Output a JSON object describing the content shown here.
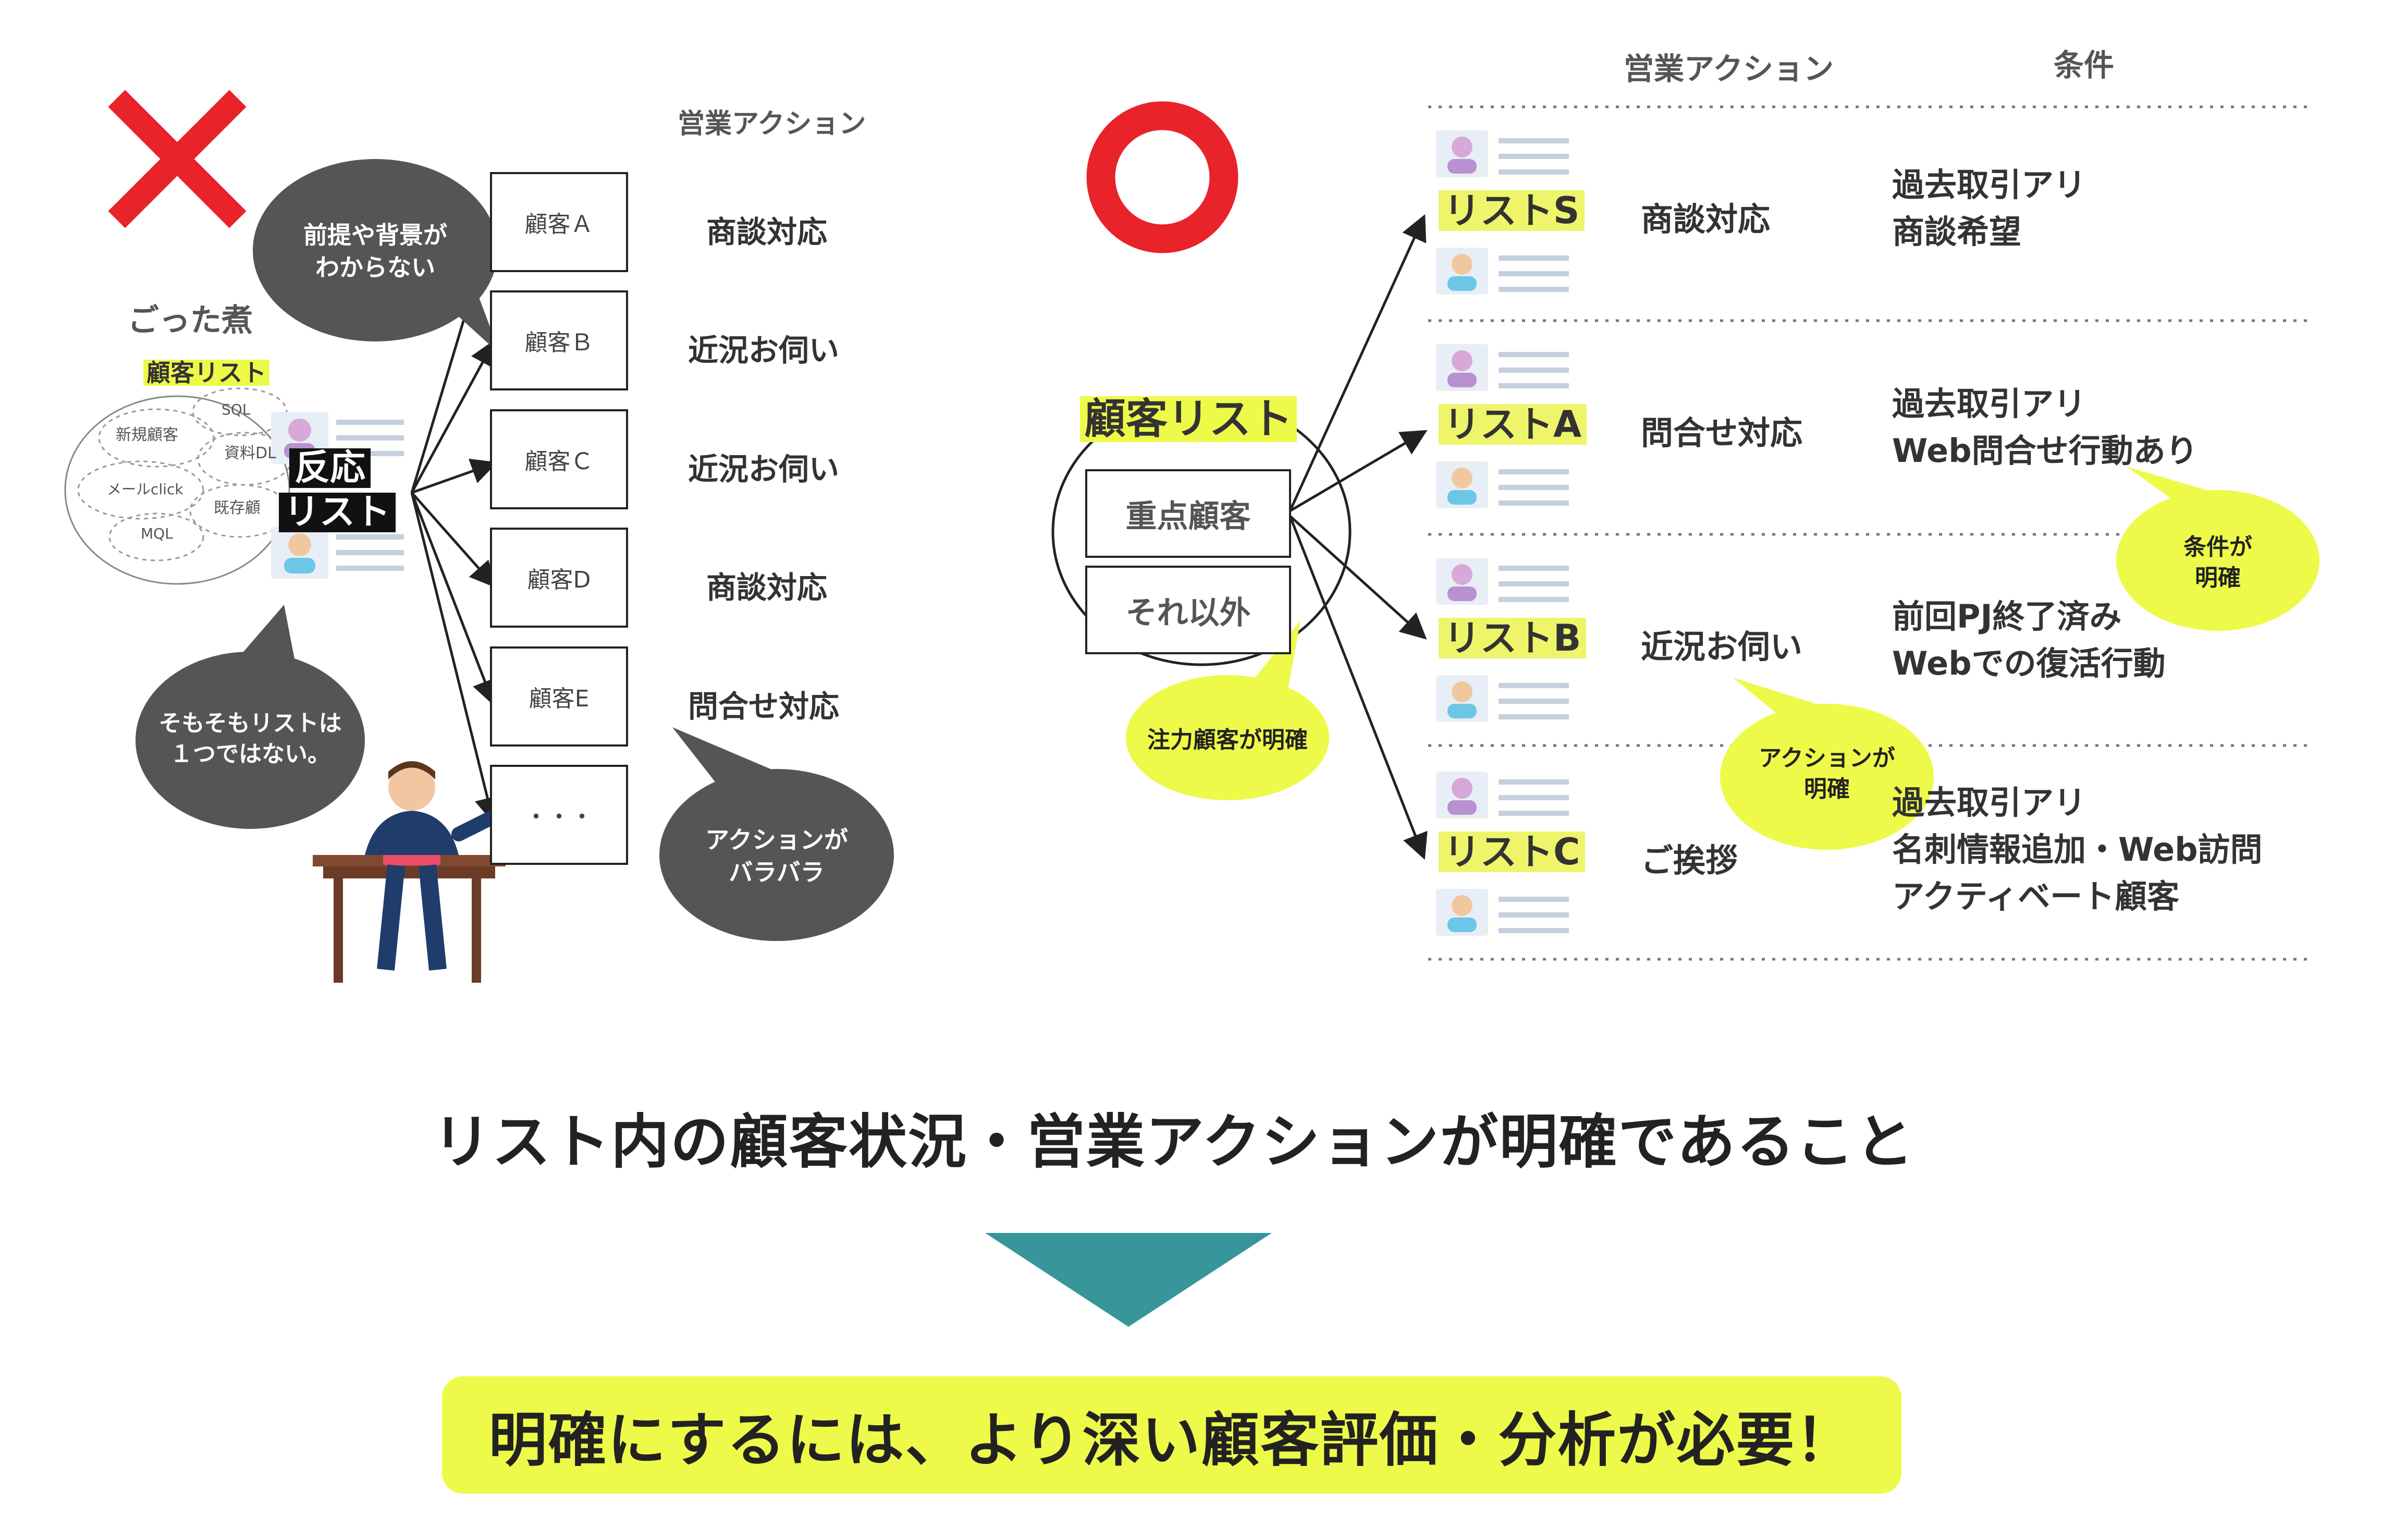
{
  "left": {
    "header_action": "営業アクション",
    "mixed_title": "ごった煮",
    "customer_list_label": "顧客リスト",
    "cloud_items": [
      "SQL",
      "新規顧客",
      "資料DL",
      "メールclick",
      "既存顧",
      "MQL"
    ],
    "response_list_line1": "反応",
    "response_list_line2": "リスト",
    "customers": [
      {
        "label": "顧客Ａ",
        "action": "商談対応"
      },
      {
        "label": "顧客Ｂ",
        "action": "近況お伺い"
      },
      {
        "label": "顧客Ｃ",
        "action": "近況お伺い"
      },
      {
        "label": "顧客D",
        "action": "商談対応"
      },
      {
        "label": "顧客E",
        "action": "問合せ対応"
      },
      {
        "label": "・・・",
        "action": ""
      }
    ],
    "bubble_premise": [
      "前提や背景が",
      "わからない"
    ],
    "bubble_list": [
      "そもそもリストは",
      "１つではない。"
    ],
    "bubble_action": [
      "アクションが",
      "バラバラ"
    ]
  },
  "right": {
    "header_action": "営業アクション",
    "header_condition": "条件",
    "customer_list_label": "顧客リスト",
    "priority_label": "重点顧客",
    "other_label": "それ以外",
    "bubble_focus": "注力顧客が明確",
    "bubble_condition": [
      "条件が",
      "明確"
    ],
    "bubble_action": [
      "アクションが",
      "明確"
    ],
    "rows": [
      {
        "list": "リストS",
        "action": "商談対応",
        "conditions": [
          "過去取引アリ",
          "商談希望"
        ]
      },
      {
        "list": "リストA",
        "action": "問合せ対応",
        "conditions": [
          "過去取引アリ",
          "Web問合せ行動あり"
        ]
      },
      {
        "list": "リストB",
        "action": "近況お伺い",
        "conditions": [
          "前回PJ終了済み",
          "Webでの復活行動"
        ]
      },
      {
        "list": "リストC",
        "action": "ご挨拶",
        "conditions": [
          "過去取引アリ",
          "名刺情報追加・Web訪問",
          "アクティベート顧客"
        ]
      }
    ]
  },
  "conclusion": "リスト内の顧客状況・営業アクションが明確であること",
  "cta": "明確にするには、より深い顧客評価・分析が必要！",
  "colors": {
    "cross": "#e8232a",
    "circle": "#e8232a",
    "arrow": "#36969a",
    "highlight": "#eefa49",
    "bubble_dark": "#555555"
  }
}
